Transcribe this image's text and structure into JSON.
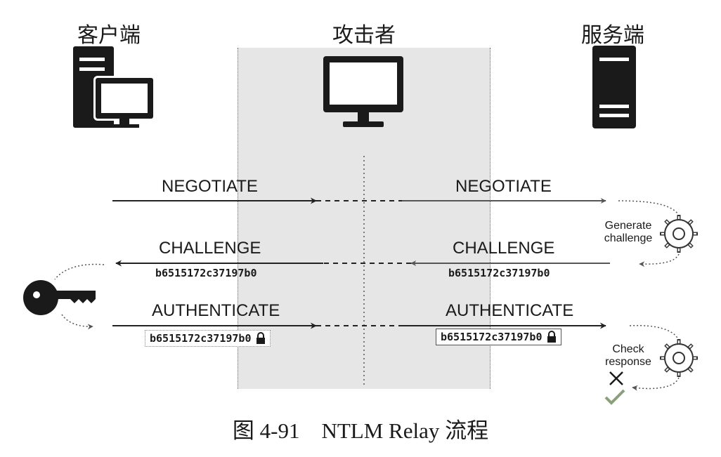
{
  "actors": {
    "client": "客户端",
    "attacker": "攻击者",
    "server": "服务端"
  },
  "messages": {
    "negotiate_left": "NEGOTIATE",
    "negotiate_right": "NEGOTIATE",
    "challenge_left": "CHALLENGE",
    "challenge_right": "CHALLENGE",
    "authenticate_left": "AUTHENTICATE",
    "authenticate_right": "AUTHENTICATE"
  },
  "hashes": {
    "challenge_left": "b6515172c37197b0",
    "challenge_right": "b6515172c37197b0",
    "auth_left": "b6515172c37197b0",
    "auth_right": "b6515172c37197b0"
  },
  "server_steps": {
    "generate_line1": "Generate",
    "generate_line2": "challenge",
    "check_line1": "Check",
    "check_line2": "response"
  },
  "caption": {
    "figure": "图 4-91",
    "title": "NTLM Relay 流程"
  },
  "icons": {
    "client": "computer-tower-monitor-icon",
    "attacker": "monitor-icon",
    "server": "server-tower-icon",
    "key": "key-icon",
    "gear": "gear-icon",
    "lock": "lock-icon",
    "cross": "cross-icon",
    "check": "check-icon"
  },
  "colors": {
    "attacker_zone": "#e6e6e6",
    "ink": "#1a1a1a",
    "check_green": "#8aa07a"
  }
}
